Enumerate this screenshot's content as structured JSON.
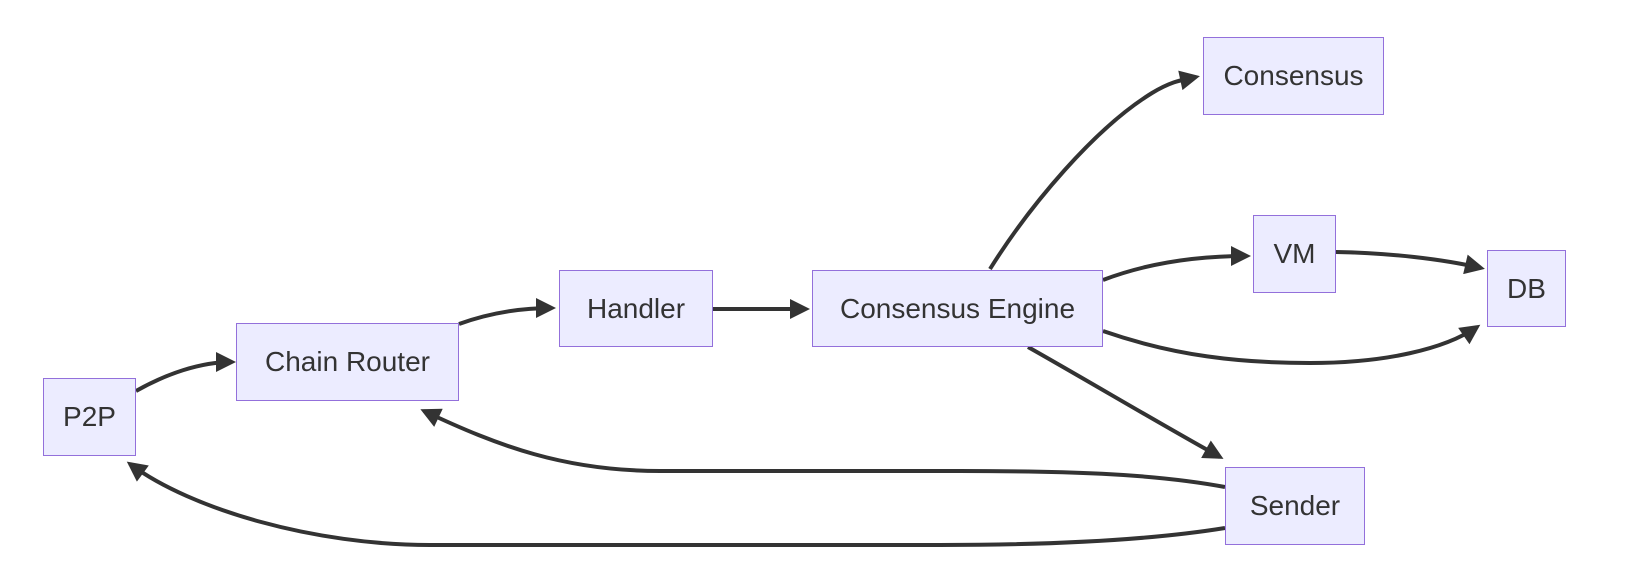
{
  "diagram": {
    "type": "flowchart",
    "direction": "left-to-right",
    "colors": {
      "node_fill": "#ECECFF",
      "node_border": "#9370DB",
      "edge_stroke": "#333333",
      "text": "#333333",
      "background": "#ffffff"
    },
    "nodes": [
      {
        "id": "p2p",
        "label": "P2P"
      },
      {
        "id": "chain-router",
        "label": "Chain Router"
      },
      {
        "id": "handler",
        "label": "Handler"
      },
      {
        "id": "consensus-engine",
        "label": "Consensus Engine"
      },
      {
        "id": "consensus",
        "label": "Consensus"
      },
      {
        "id": "vm",
        "label": "VM"
      },
      {
        "id": "db",
        "label": "DB"
      },
      {
        "id": "sender",
        "label": "Sender"
      }
    ],
    "edges": [
      {
        "from": "P2P",
        "to": "Chain Router"
      },
      {
        "from": "Chain Router",
        "to": "Handler"
      },
      {
        "from": "Handler",
        "to": "Consensus Engine"
      },
      {
        "from": "Consensus Engine",
        "to": "Consensus"
      },
      {
        "from": "Consensus Engine",
        "to": "VM"
      },
      {
        "from": "Consensus Engine",
        "to": "DB"
      },
      {
        "from": "Consensus Engine",
        "to": "Sender"
      },
      {
        "from": "VM",
        "to": "DB"
      },
      {
        "from": "Sender",
        "to": "Chain Router"
      },
      {
        "from": "Sender",
        "to": "P2P"
      }
    ]
  }
}
